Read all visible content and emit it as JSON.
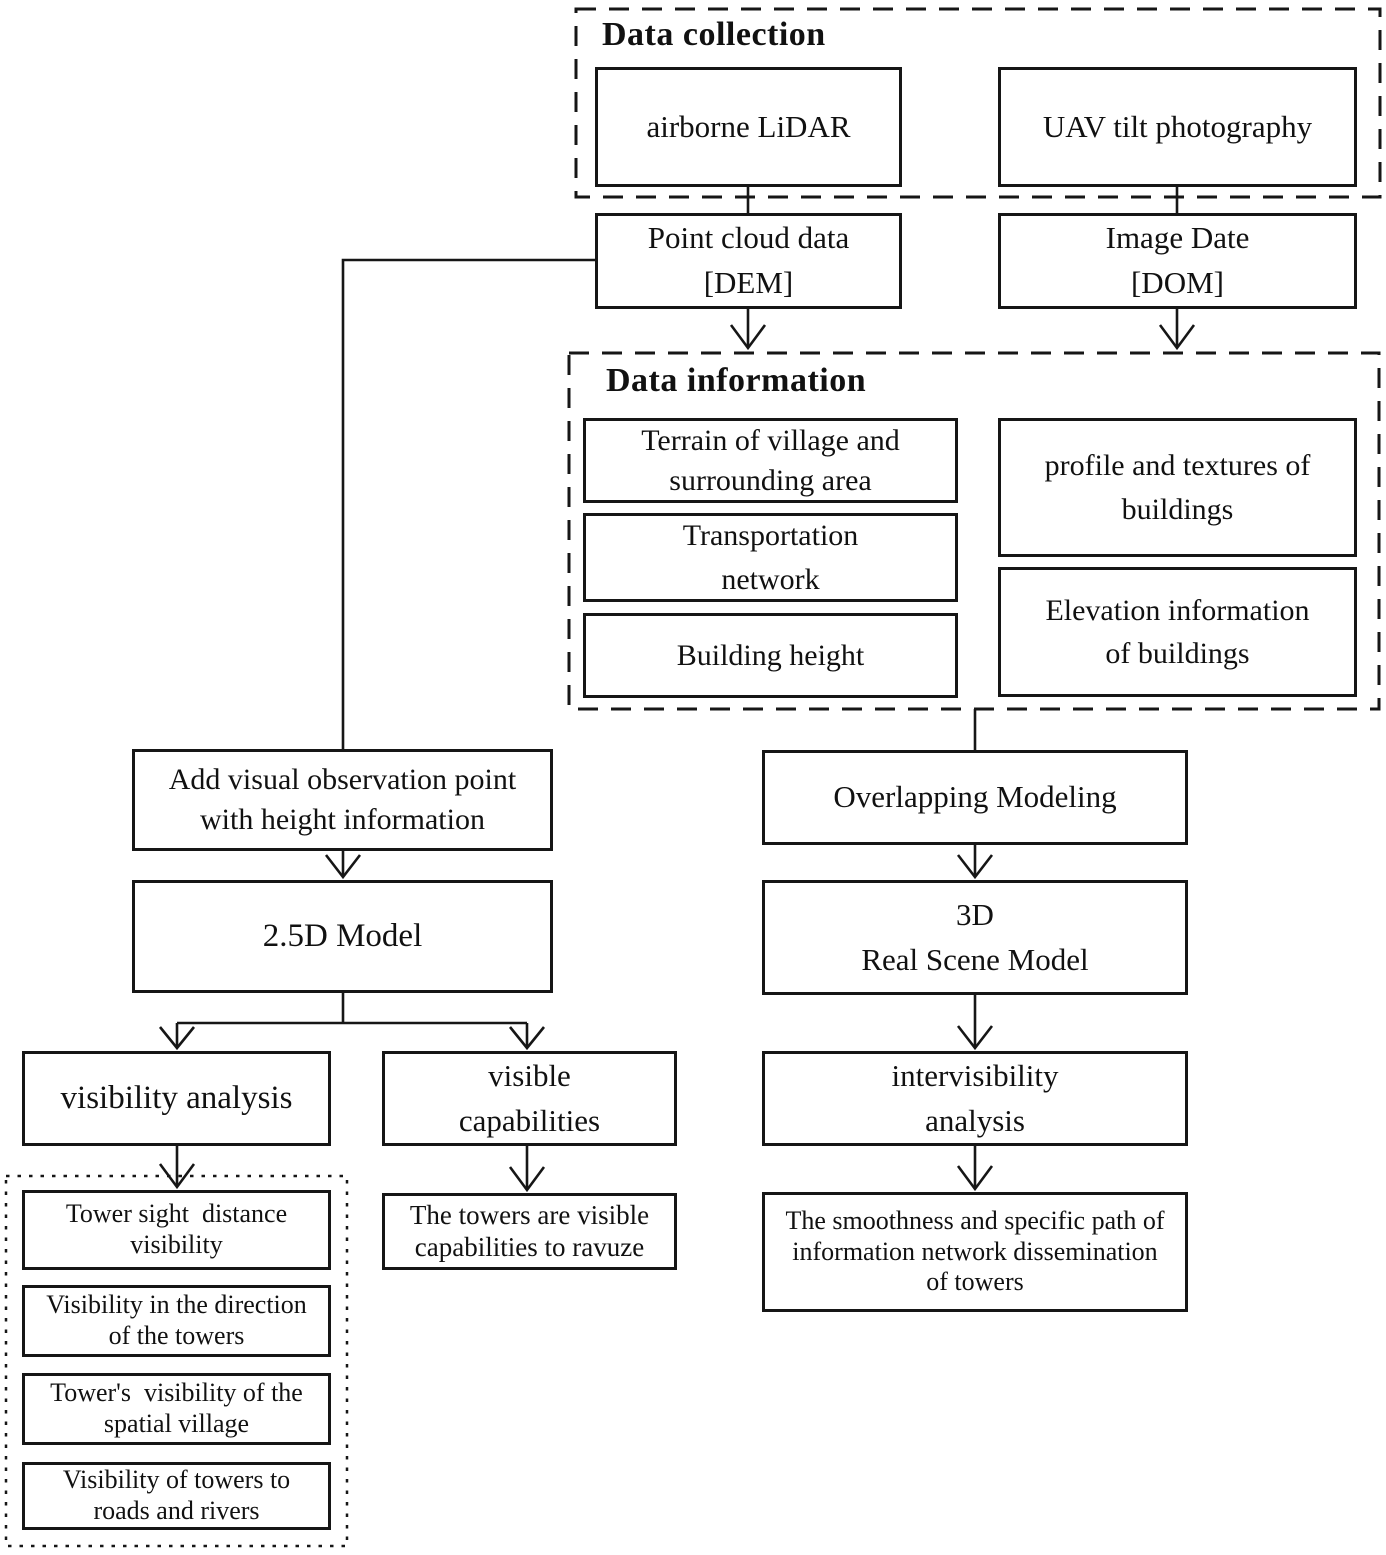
{
  "containers": {
    "data_collection_title": "Data collection",
    "data_information_title": "Data information"
  },
  "boxes": {
    "airborne_lidar": "airborne LiDAR",
    "uav_tilt_photography": "UAV tilt photography",
    "point_cloud_data": "Point cloud data\n[DEM]",
    "image_date": "Image Date\n[DOM]",
    "terrain": "Terrain of village and\nsurrounding area",
    "transportation": "Transportation\nnetwork",
    "building_height": "Building height",
    "profile_textures": "profile and textures of\nbuildings",
    "elevation_info": "Elevation information\nof buildings",
    "add_visual_point": "Add visual observation point\nwith height information",
    "model_25d": "2.5D Model",
    "overlapping_modeling": "Overlapping Modeling",
    "real_scene_model": "3D\nReal Scene Model",
    "visibility_analysis": "visibility analysis",
    "visible_capabilities": "visible\ncapabilities",
    "intervisibility_analysis": "intervisibility\nanalysis",
    "tower_sight_distance": "Tower sight  distance\nvisibility",
    "visibility_direction_towers": "Visibility in the direction\nof the towers",
    "towers_visibility_spatial": "Tower's  visibility of the\nspatial village",
    "visibility_towers_roads": "Visibility of towers to\nroads and rivers",
    "towers_visible_ravuze": "The towers are visible\ncapabilities to ravuze",
    "smoothness_path": "The smoothness and specific path of\ninformation network dissemination\nof towers"
  },
  "colors": {
    "stroke": "#161616",
    "background": "#ffffff"
  }
}
